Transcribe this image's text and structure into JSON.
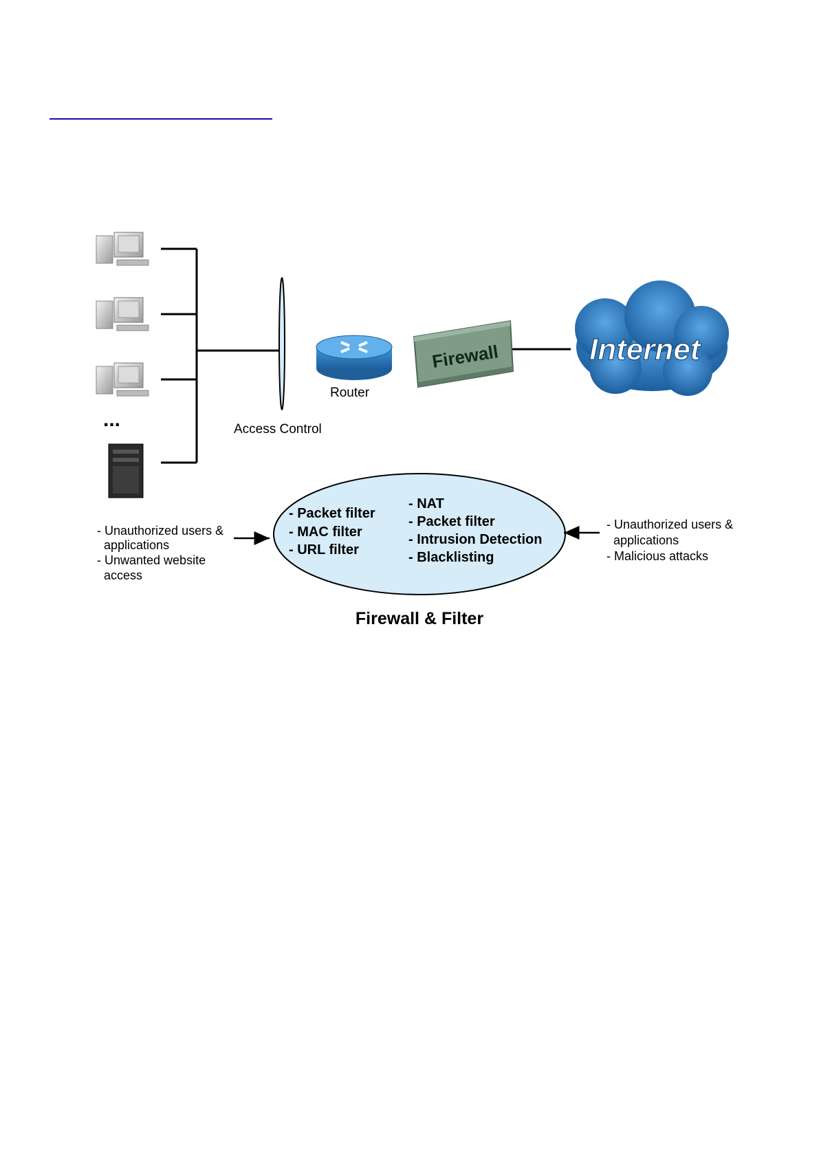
{
  "page": {
    "header_link_text": ""
  },
  "diagram": {
    "router_label": "Router",
    "firewall_label": "Firewall",
    "internet_label": "Internet",
    "access_control_label": "Access Control",
    "ellipsis": "...",
    "left_notes": [
      "- Unauthorized users &",
      "applications",
      "- Unwanted website",
      "access"
    ],
    "right_notes": [
      "- Unauthorized users &",
      "applications",
      "- Malicious attacks"
    ],
    "ellipse_left_items": [
      "- Packet filter",
      "- MAC filter",
      "- URL filter"
    ],
    "ellipse_right_items": [
      "- NAT",
      "- Packet filter",
      "- Intrusion Detection",
      "- Blacklisting"
    ],
    "caption": "Firewall & Filter",
    "colors": {
      "line": "#000000",
      "ellipse_fill": "#d6ecf8",
      "router_blue": "#2c7fb8",
      "firewall_green": "#7e9c86",
      "internet_blue": "#2d7cc2"
    }
  }
}
